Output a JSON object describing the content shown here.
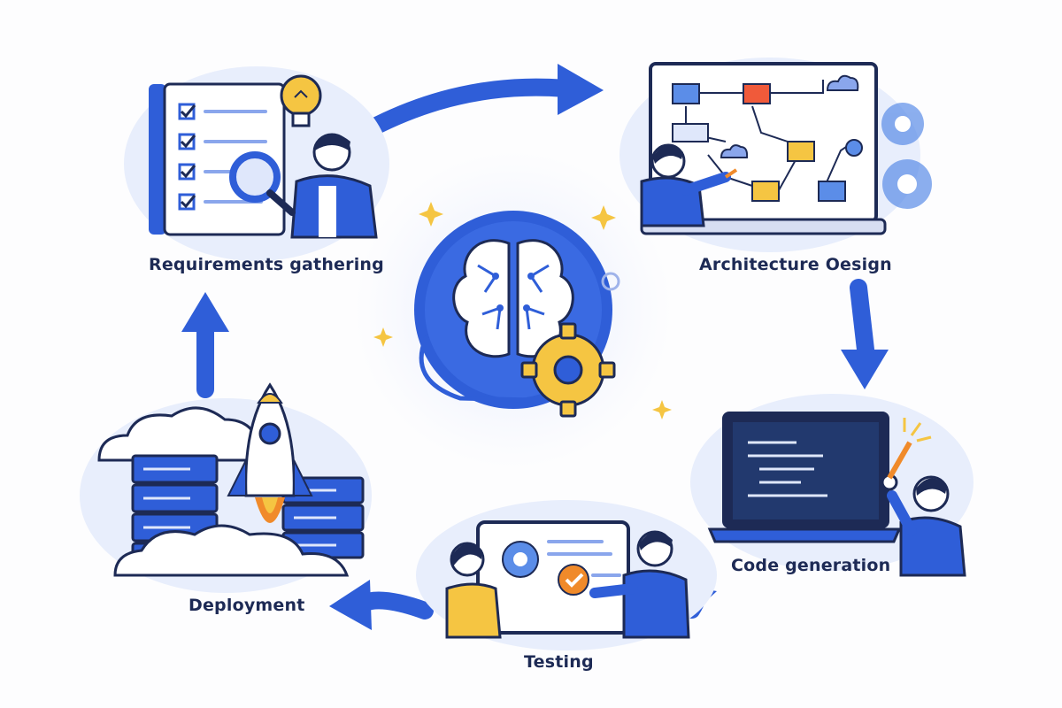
{
  "stages": {
    "requirements": "Requirements gathering",
    "architecture": "Architecture Oesign",
    "code": "Code generation",
    "testing": "Testing",
    "deployment": "Deployment"
  },
  "colors": {
    "primary_blue": "#2f5ed8",
    "dark_navy": "#1d2a55",
    "light_blue": "#dfe7fb",
    "accent_yellow": "#f5c542",
    "accent_orange": "#f08a2a"
  },
  "icons": [
    "brain-icon",
    "gear-icon",
    "checklist-icon",
    "lightbulb-icon",
    "magnifier-icon",
    "whiteboard-icon",
    "laptop-icon",
    "rocket-icon",
    "server-rack-icon",
    "cloud-icon",
    "checkmark-icon",
    "sparkle-icon",
    "cycle-arrow-icon"
  ]
}
